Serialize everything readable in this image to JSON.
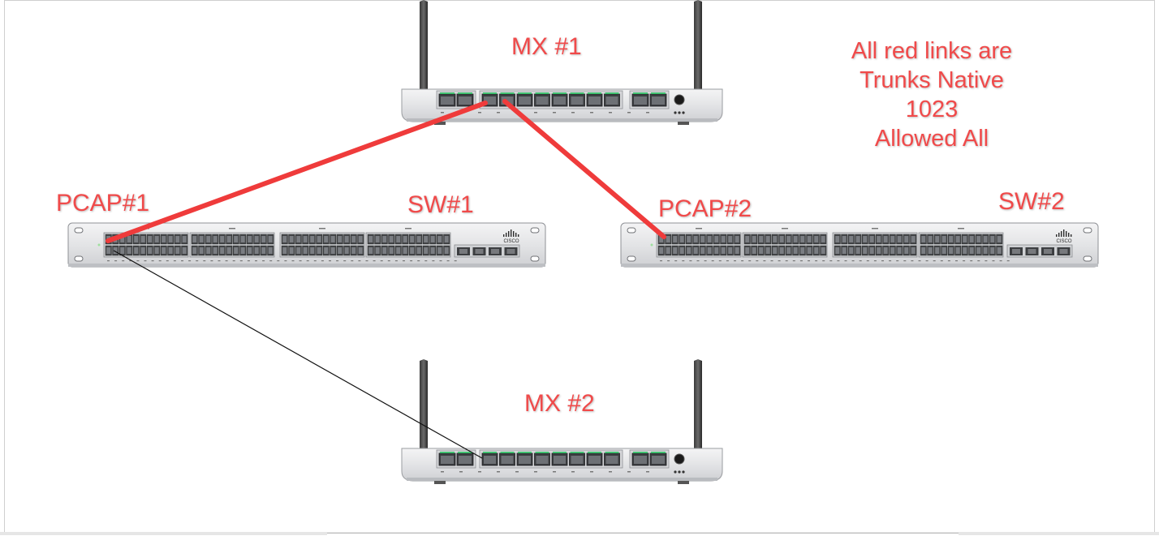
{
  "labels": {
    "mx1": "MX #1",
    "mx2": "MX #2",
    "pcap1": "PCAP#1",
    "sw1": "SW#1",
    "pcap2": "PCAP#2",
    "sw2": "SW#2"
  },
  "note": {
    "lines": [
      "All red links are",
      "Trunks Native",
      "1023",
      "Allowed All"
    ]
  },
  "devices": {
    "switch_brand": "CISCO"
  },
  "colors": {
    "label": "#f04a4a",
    "trunk_link": "#ef3b3b",
    "access_link": "#111111",
    "port_led": "#3fbf6f",
    "chassis": "#e2e3e5"
  },
  "links": [
    {
      "from": "MX #1",
      "to": "SW#1",
      "type": "trunk"
    },
    {
      "from": "MX #1",
      "to": "SW#2",
      "type": "trunk"
    },
    {
      "from": "SW#1",
      "to": "MX #2",
      "type": "access"
    }
  ]
}
